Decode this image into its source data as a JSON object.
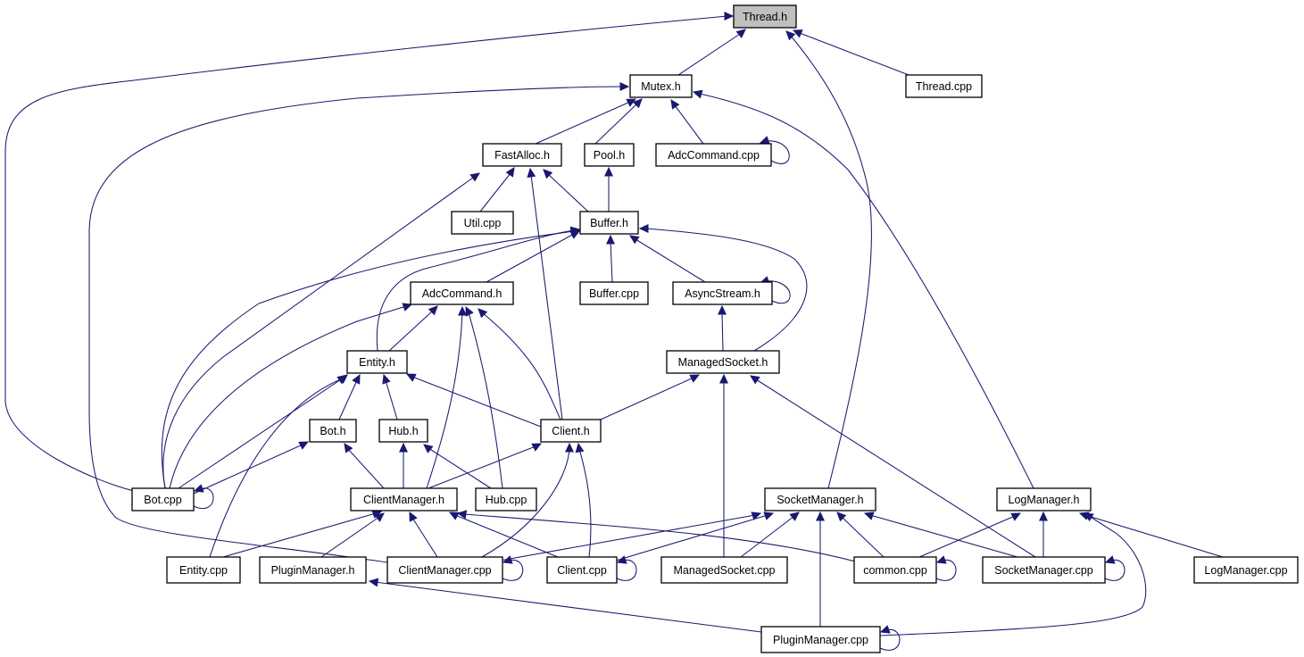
{
  "diagram": {
    "nodes": {
      "thread_h": "Thread.h",
      "mutex_h": "Mutex.h",
      "thread_cpp": "Thread.cpp",
      "fastalloc_h": "FastAlloc.h",
      "pool_h": "Pool.h",
      "adccommand_cpp": "AdcCommand.cpp",
      "util_cpp": "Util.cpp",
      "buffer_h": "Buffer.h",
      "adccommand_h": "AdcCommand.h",
      "buffer_cpp": "Buffer.cpp",
      "asyncstream_h": "AsyncStream.h",
      "entity_h": "Entity.h",
      "managedsocket_h": "ManagedSocket.h",
      "bot_h": "Bot.h",
      "hub_h": "Hub.h",
      "client_h": "Client.h",
      "bot_cpp": "Bot.cpp",
      "clientmanager_h": "ClientManager.h",
      "hub_cpp": "Hub.cpp",
      "socketmanager_h": "SocketManager.h",
      "logmanager_h": "LogManager.h",
      "entity_cpp": "Entity.cpp",
      "pluginmanager_h": "PluginManager.h",
      "clientmanager_cpp": "ClientManager.cpp",
      "client_cpp": "Client.cpp",
      "managedsocket_cpp": "ManagedSocket.cpp",
      "common_cpp": "common.cpp",
      "socketmanager_cpp": "SocketManager.cpp",
      "logmanager_cpp": "LogManager.cpp",
      "pluginmanager_cpp": "PluginManager.cpp"
    },
    "root_node": "thread_h",
    "edges": [
      {
        "from": "mutex_h",
        "to": "thread_h"
      },
      {
        "from": "thread_cpp",
        "to": "thread_h"
      },
      {
        "from": "bot_cpp",
        "to": "thread_h"
      },
      {
        "from": "socketmanager_h",
        "to": "thread_h"
      },
      {
        "from": "fastalloc_h",
        "to": "mutex_h"
      },
      {
        "from": "pool_h",
        "to": "mutex_h"
      },
      {
        "from": "adccommand_cpp",
        "to": "mutex_h"
      },
      {
        "from": "logmanager_h",
        "to": "mutex_h"
      },
      {
        "from": "clientmanager_cpp",
        "to": "mutex_h"
      },
      {
        "from": "adccommand_cpp",
        "to": "adccommand_cpp"
      },
      {
        "from": "util_cpp",
        "to": "fastalloc_h"
      },
      {
        "from": "buffer_h",
        "to": "fastalloc_h"
      },
      {
        "from": "client_h",
        "to": "fastalloc_h"
      },
      {
        "from": "bot_cpp",
        "to": "fastalloc_h"
      },
      {
        "from": "buffer_h",
        "to": "pool_h"
      },
      {
        "from": "adccommand_h",
        "to": "buffer_h"
      },
      {
        "from": "buffer_cpp",
        "to": "buffer_h"
      },
      {
        "from": "asyncstream_h",
        "to": "buffer_h"
      },
      {
        "from": "managedsocket_h",
        "to": "buffer_h"
      },
      {
        "from": "entity_h",
        "to": "buffer_h"
      },
      {
        "from": "bot_cpp",
        "to": "buffer_h"
      },
      {
        "from": "asyncstream_h",
        "to": "asyncstream_h"
      },
      {
        "from": "managedsocket_h",
        "to": "asyncstream_h"
      },
      {
        "from": "entity_h",
        "to": "adccommand_h"
      },
      {
        "from": "client_h",
        "to": "adccommand_h"
      },
      {
        "from": "clientmanager_h",
        "to": "adccommand_h"
      },
      {
        "from": "hub_cpp",
        "to": "adccommand_h"
      },
      {
        "from": "bot_cpp",
        "to": "adccommand_h"
      },
      {
        "from": "bot_h",
        "to": "entity_h"
      },
      {
        "from": "hub_h",
        "to": "entity_h"
      },
      {
        "from": "client_h",
        "to": "entity_h"
      },
      {
        "from": "entity_cpp",
        "to": "entity_h"
      },
      {
        "from": "bot_cpp",
        "to": "entity_h"
      },
      {
        "from": "client_h",
        "to": "managedsocket_h"
      },
      {
        "from": "managedsocket_cpp",
        "to": "managedsocket_h"
      },
      {
        "from": "socketmanager_cpp",
        "to": "managedsocket_h"
      },
      {
        "from": "bot_cpp",
        "to": "bot_h"
      },
      {
        "from": "clientmanager_h",
        "to": "bot_h"
      },
      {
        "from": "clientmanager_h",
        "to": "hub_h"
      },
      {
        "from": "hub_cpp",
        "to": "hub_h"
      },
      {
        "from": "clientmanager_h",
        "to": "client_h"
      },
      {
        "from": "clientmanager_cpp",
        "to": "client_h"
      },
      {
        "from": "client_cpp",
        "to": "client_h"
      },
      {
        "from": "bot_cpp",
        "to": "bot_cpp"
      },
      {
        "from": "entity_cpp",
        "to": "clientmanager_h"
      },
      {
        "from": "pluginmanager_h",
        "to": "clientmanager_h"
      },
      {
        "from": "clientmanager_cpp",
        "to": "clientmanager_h"
      },
      {
        "from": "client_cpp",
        "to": "clientmanager_h"
      },
      {
        "from": "common_cpp",
        "to": "clientmanager_h"
      },
      {
        "from": "clientmanager_cpp",
        "to": "socketmanager_h"
      },
      {
        "from": "client_cpp",
        "to": "socketmanager_h"
      },
      {
        "from": "managedsocket_cpp",
        "to": "socketmanager_h"
      },
      {
        "from": "common_cpp",
        "to": "socketmanager_h"
      },
      {
        "from": "socketmanager_cpp",
        "to": "socketmanager_h"
      },
      {
        "from": "pluginmanager_cpp",
        "to": "socketmanager_h"
      },
      {
        "from": "common_cpp",
        "to": "logmanager_h"
      },
      {
        "from": "socketmanager_cpp",
        "to": "logmanager_h"
      },
      {
        "from": "logmanager_cpp",
        "to": "logmanager_h"
      },
      {
        "from": "pluginmanager_cpp",
        "to": "logmanager_h"
      },
      {
        "from": "clientmanager_cpp",
        "to": "clientmanager_cpp"
      },
      {
        "from": "client_cpp",
        "to": "client_cpp"
      },
      {
        "from": "common_cpp",
        "to": "common_cpp"
      },
      {
        "from": "socketmanager_cpp",
        "to": "socketmanager_cpp"
      },
      {
        "from": "pluginmanager_cpp",
        "to": "pluginmanager_h"
      },
      {
        "from": "pluginmanager_cpp",
        "to": "pluginmanager_cpp"
      }
    ],
    "colors": {
      "edge": "#191970",
      "root_fill": "#bfbfbf",
      "node_fill": "#ffffff",
      "node_border": "#000000"
    }
  }
}
